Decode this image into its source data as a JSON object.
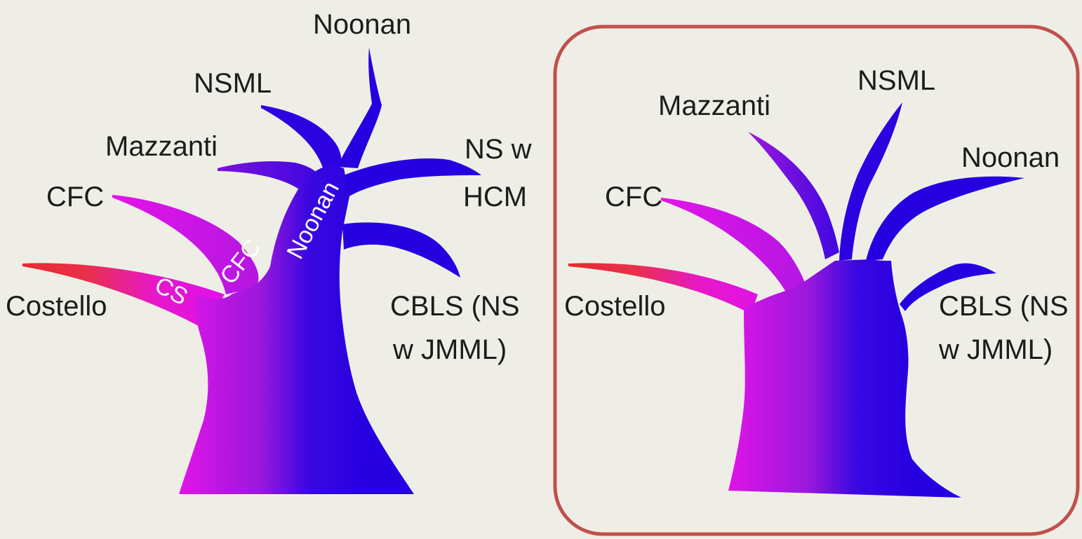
{
  "colors": {
    "background": "#efeee6",
    "magenta": "#e414e8",
    "purple": "#8a18dc",
    "blue": "#2a00e2",
    "red_tip": "#e8302a",
    "highlight_border": "#c0504d",
    "label_text": "#1c1c1c",
    "trunk_text": "#ffffff"
  },
  "left_tree": {
    "labels": {
      "noonan": "Noonan",
      "nsml": "NSML",
      "mazzanti": "Mazzanti",
      "cfc": "CFC",
      "costello": "Costello",
      "ns_hcm_1": "NS w",
      "ns_hcm_2": "HCM",
      "cbls_1": "CBLS (NS",
      "cbls_2": "w JMML)"
    },
    "trunk_labels": {
      "noonan": "Noonan",
      "cfc": "CFC",
      "cs": "CS"
    }
  },
  "right_tree": {
    "labels": {
      "mazzanti": "Mazzanti",
      "nsml": "NSML",
      "noonan": "Noonan",
      "cfc": "CFC",
      "costello": "Costello",
      "cbls_1": "CBLS (NS",
      "cbls_2": "w JMML)"
    }
  }
}
